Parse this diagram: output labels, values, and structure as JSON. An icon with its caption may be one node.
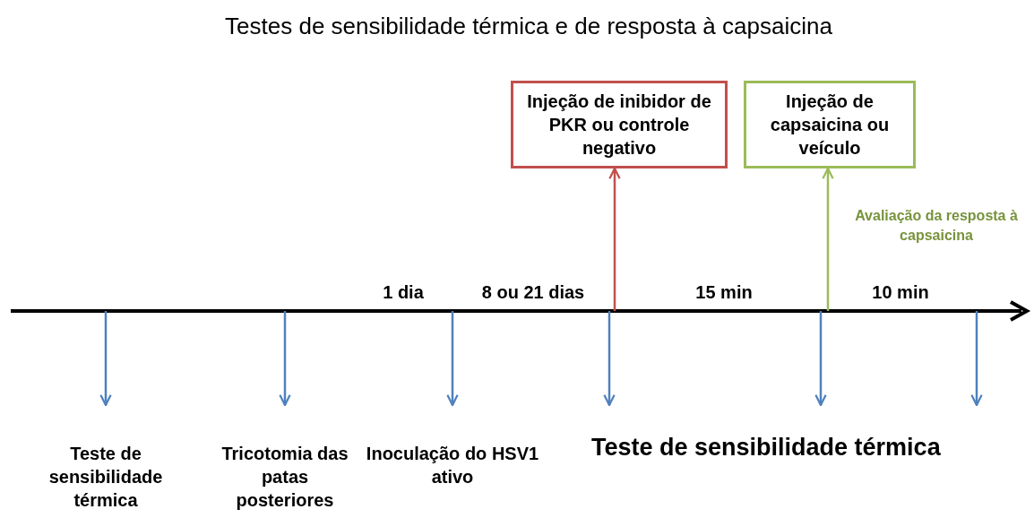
{
  "diagram": {
    "title": "Testes de sensibilidade térmica e de resposta à capsaicina",
    "nodes": [
      {
        "text": [
          "Injeção de inibidor de PKR ou controle negativo"
        ]
      },
      {
        "text": [
          "Injeção de capsaicina ou veículo"
        ]
      },
      {
        "text": [
          "Teste de sensibilidade térmica"
        ]
      },
      {
        "text": [
          "Tricotomia das patas posteriores"
        ]
      },
      {
        "text": [
          "Inoculação do HSV1 ativo"
        ]
      },
      {
        "text": [
          "Teste de sensibilidade térmica"
        ]
      }
    ],
    "edges": [
      {
        "from": null,
        "to": 0,
        "arrow": "to",
        "color": "#c0504d"
      },
      {
        "from": null,
        "to": 1,
        "arrow": "to",
        "color": "#9bbb59"
      },
      {
        "from": null,
        "to": 2,
        "arrow": "to"
      },
      {
        "from": null,
        "to": 3,
        "arrow": "to"
      },
      {
        "from": null,
        "to": 4,
        "arrow": "to"
      },
      {
        "from": null,
        "to": 5,
        "arrow": "to"
      },
      {
        "from": null,
        "to": 5,
        "arrow": "to"
      },
      {
        "from": null,
        "to": 5,
        "arrow": "to"
      }
    ],
    "labels": [
      "1 dia",
      "8 ou 21 dias",
      "15 min",
      "10 min",
      "Avaliação da resposta à capsaicina"
    ]
  }
}
